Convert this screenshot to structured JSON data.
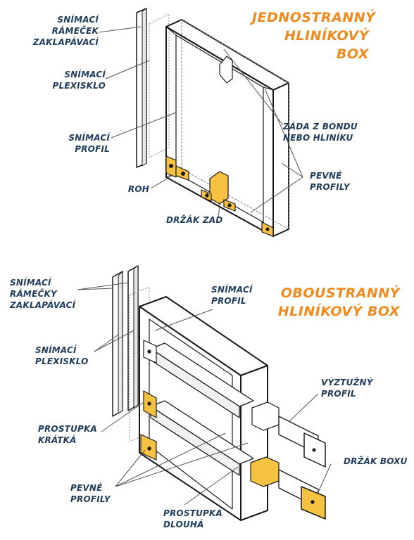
{
  "top_box": {
    "title": "JEDNOSTRANNÝ\nHLINÍKOVÝ BOX",
    "labels": {
      "snap_frame": "SNÍMACÍ\nRÁMEČEK\nZAKLAPÁVACÍ",
      "plexiglass": "SNÍMACÍ\nPLEXISKLO",
      "profile": "SNÍMACÍ\nPROFIL",
      "corner": "ROH",
      "back_holder": "DRŽÁK ZAD",
      "back_panel": "ZÁDA Z BONDU\nNEBO HLINÍKU",
      "fixed_profiles": "PEVNÉ\nPROFILY"
    }
  },
  "bottom_box": {
    "title": "OBOUSTRANNÝ\nHLINÍKOVÝ BOX",
    "labels": {
      "snap_frames": "SNÍMACÍ\nRÁMEČKY\nZAKLAPÁVACÍ",
      "plexiglass": "SNÍMACÍ\nPLEXISKLO",
      "profile": "SNÍMACÍ\nPROFIL",
      "cross_short": "PROSTUPKA\nKRÁTKÁ",
      "fixed_profiles": "PEVNÉ\nPROFILY",
      "cross_long": "PROSTUPKA\nDLOUHÁ",
      "stiffening_profile": "VÝZTUŽNÝ\nPROFIL",
      "box_holder": "DRŽÁK BOXU"
    }
  },
  "colors": {
    "title": "#ee8a1e",
    "label": "#1f3d5c",
    "outline": "#1a1a1a",
    "bracket": "#f5c242"
  }
}
